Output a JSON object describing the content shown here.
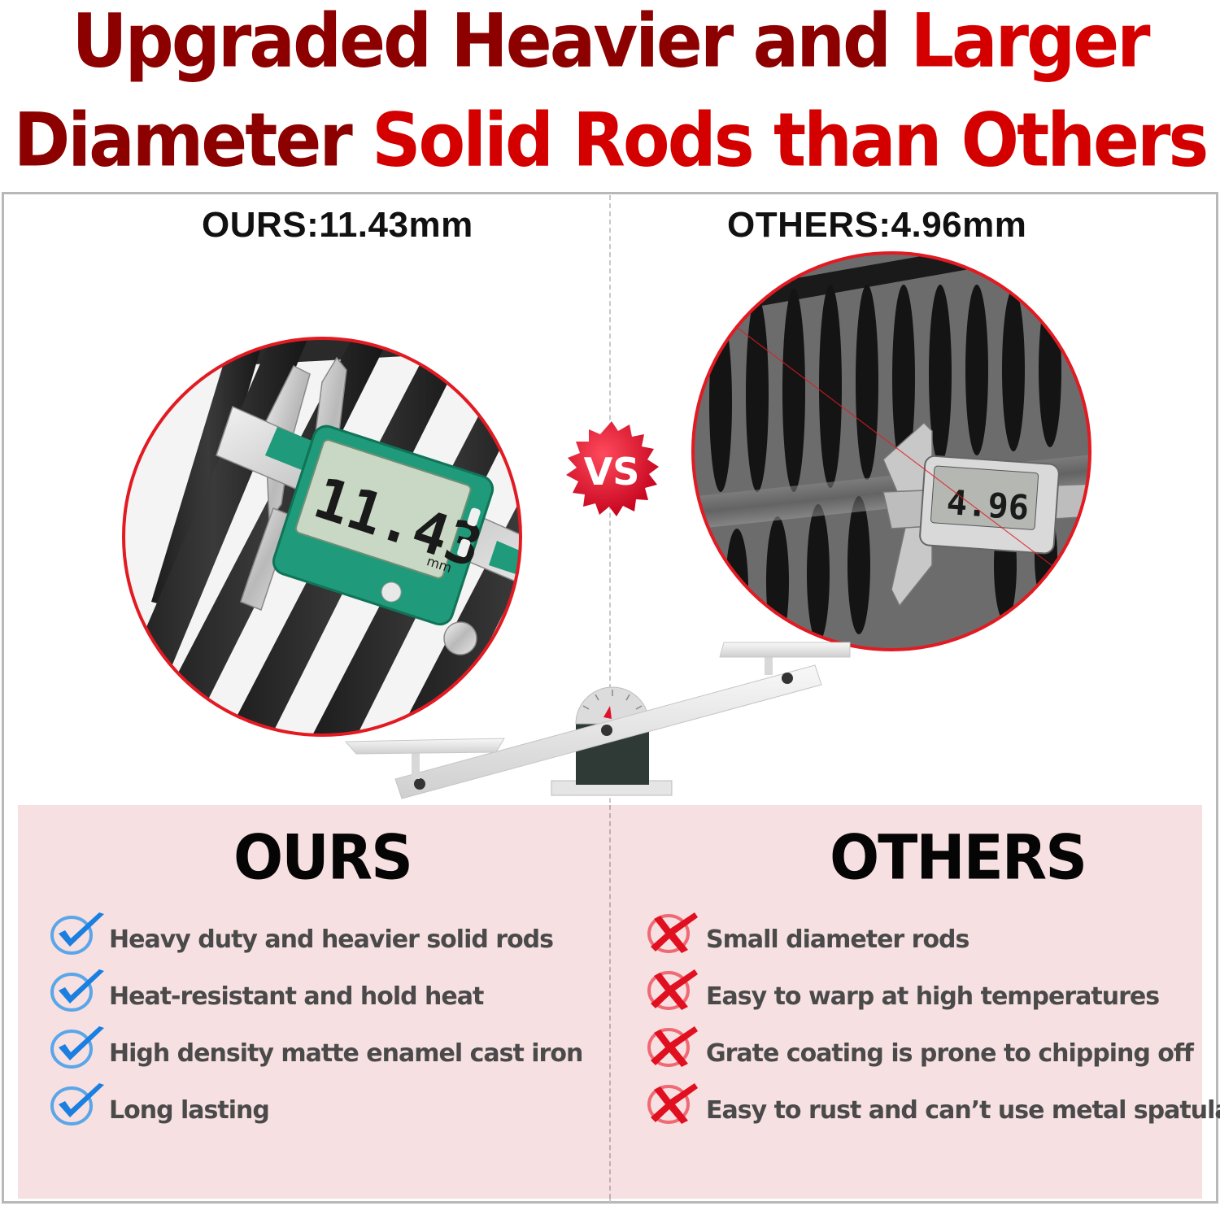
{
  "headline": {
    "line1_part1": "Upgraded Heavier and ",
    "line1_part2": "Larger",
    "line2_part1": "Diameter ",
    "line2_part2": "Solid Rods than Others"
  },
  "measurement": {
    "ours": "OURS:11.43mm",
    "others": "OTHERS:4.96mm",
    "ours_display": "11.43",
    "ours_unit": "mm",
    "others_display": "4.96"
  },
  "vs_label": "VS",
  "ours": {
    "title": "OURS",
    "items": [
      "Heavy duty and heavier solid rods",
      "Heat-resistant and hold heat",
      "High density matte enamel cast iron",
      "Long lasting"
    ]
  },
  "others": {
    "title": "OTHERS",
    "items": [
      "Small diameter rods",
      "Easy to warp at high temperatures",
      "Grate coating is prone to chipping off",
      "Easy to rust and can’t use metal spatula"
    ]
  },
  "colors": {
    "headline_dark": "#8c0000",
    "headline_bright": "#d40000",
    "vs_red": "#e0112b",
    "check_blue": "#1a7fe0",
    "cross_red": "#e01020",
    "panel_pink": "#f7e0e1",
    "caliper_green": "#1f9a7a"
  },
  "icons": {
    "ours_mark": "checkmark-icon",
    "others_mark": "cross-icon"
  }
}
